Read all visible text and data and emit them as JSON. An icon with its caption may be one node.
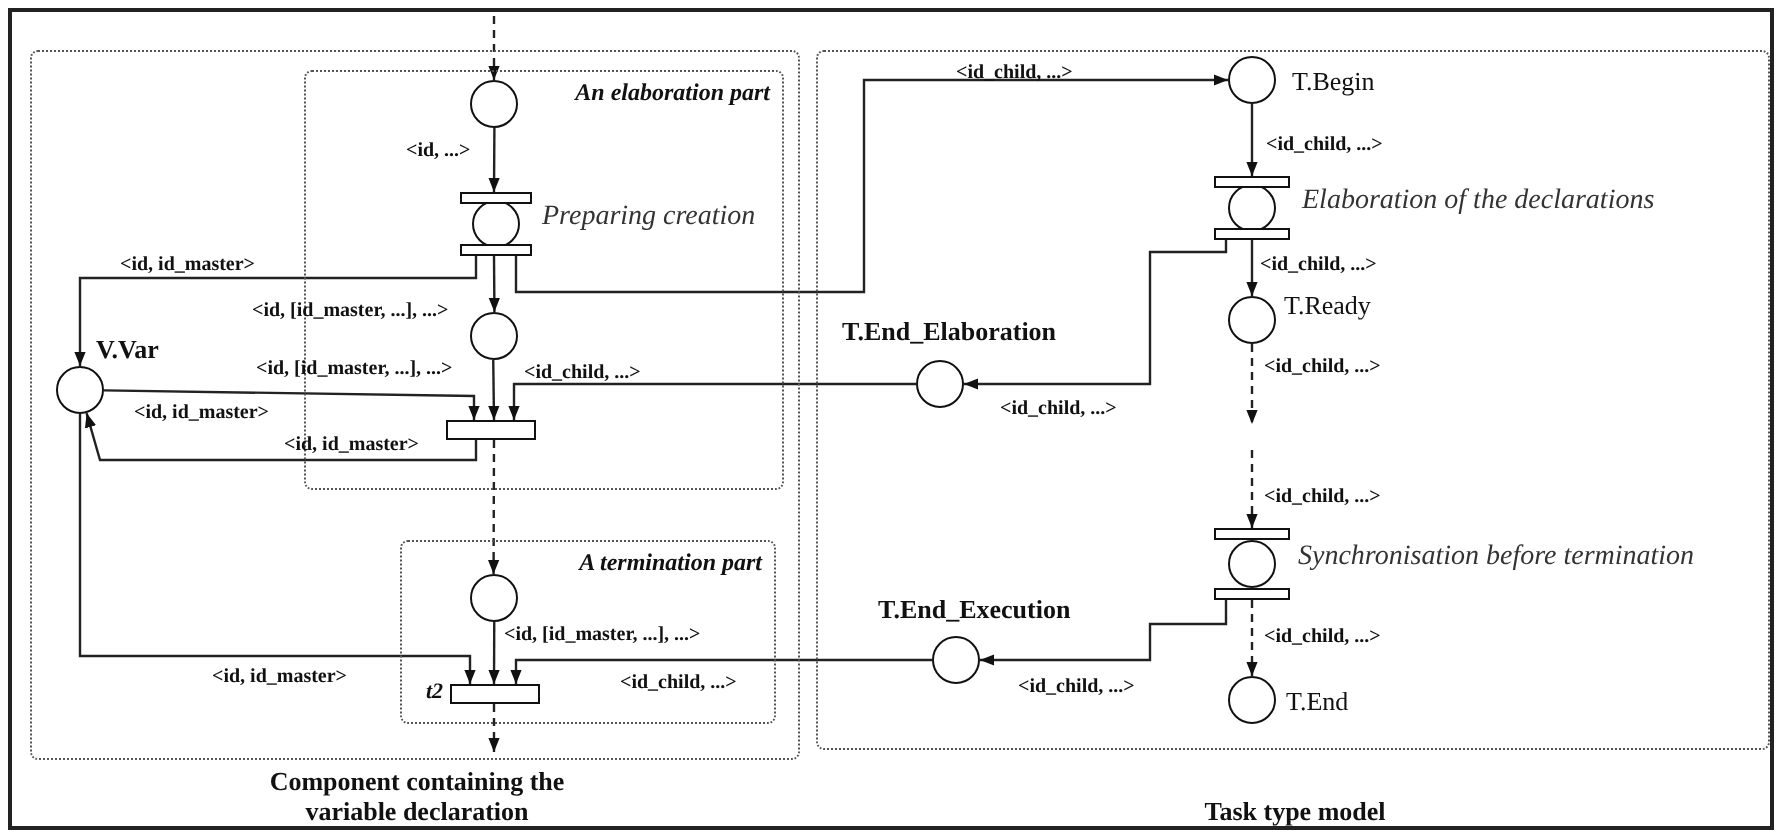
{
  "diagram": {
    "nodes": [
      {
        "text": [
          "Component containing the variable declaration"
        ]
      },
      {
        "text": [
          "An elaboration part"
        ],
        "in": 0
      },
      {
        "text": [],
        "shape": "circle",
        "in": 1
      },
      {
        "text": [
          "Preparing creation"
        ],
        "in": 1
      },
      {
        "text": [],
        "shape": "circle",
        "in": 1
      },
      {
        "text": [],
        "shape": "bar",
        "in": 1
      },
      {
        "text": [
          "V.Var"
        ],
        "in": 0
      },
      {
        "text": [
          "A termination part"
        ],
        "in": 0
      },
      {
        "text": [],
        "shape": "circle",
        "in": 7
      },
      {
        "text": [
          "t2"
        ],
        "in": 7
      },
      {
        "text": [
          "Task type model"
        ]
      },
      {
        "text": [
          "T.Begin"
        ],
        "in": 10
      },
      {
        "text": [
          "Elaboration of the declarations"
        ],
        "in": 10
      },
      {
        "text": [
          "T.Ready"
        ],
        "in": 10
      },
      {
        "text": [
          "Synchronisation before termination"
        ],
        "in": 10
      },
      {
        "text": [
          "T.End"
        ],
        "in": 10
      },
      {
        "text": [
          "T.End_Elaboration"
        ],
        "in": 10
      },
      {
        "text": [
          "T.End_Execution"
        ],
        "in": 10
      }
    ],
    "edges": [
      {
        "from": null,
        "to": 2,
        "arrow": "to",
        "style": "dashed"
      },
      {
        "from": 2,
        "to": 3,
        "arrow": "to",
        "label": "<id, ...>"
      },
      {
        "from": 3,
        "to": 6,
        "arrow": "to",
        "label": "<id, id_master>"
      },
      {
        "from": 3,
        "to": 4,
        "arrow": "to",
        "label": "<id, [id_master, ...], ...>"
      },
      {
        "from": 4,
        "to": 5,
        "arrow": "to",
        "label": "<id, [id_master, ...], ...>"
      },
      {
        "from": 6,
        "to": 5,
        "arrow": "to",
        "label": "<id, id_master>"
      },
      {
        "from": 16,
        "to": 5,
        "arrow": "to",
        "label": "<id_child, ...>"
      },
      {
        "from": 5,
        "to": 6,
        "arrow": "to",
        "label": "<id, id_master>"
      },
      {
        "from": 5,
        "to": 8,
        "arrow": "to",
        "style": "dashed"
      },
      {
        "from": 6,
        "to": 9,
        "arrow": "to",
        "label": "<id, id_master>"
      },
      {
        "from": 8,
        "to": 9,
        "arrow": "to",
        "label": "<id, [id_master, ...], ...>"
      },
      {
        "from": 17,
        "to": 9,
        "arrow": "to",
        "label": "<id_child, ...>"
      },
      {
        "from": 9,
        "to": null,
        "arrow": "to",
        "style": "dashed"
      },
      {
        "from": 3,
        "to": 11,
        "arrow": "to",
        "label": "<id_child, ...>"
      },
      {
        "from": 11,
        "to": 12,
        "arrow": "to",
        "label": "<id_child, ...>"
      },
      {
        "from": 12,
        "to": 16,
        "arrow": "to",
        "label": "<id_child, ...>"
      },
      {
        "from": 12,
        "to": 13,
        "arrow": "to",
        "label": "<id_child, ...>"
      },
      {
        "from": 13,
        "to": null,
        "arrow": "to",
        "style": "dashed",
        "label": "<id_child, ...>"
      },
      {
        "from": null,
        "to": 14,
        "arrow": "to",
        "style": "dashed",
        "label": "<id_child, ...>"
      },
      {
        "from": 14,
        "to": 15,
        "arrow": "to",
        "style": "dashed",
        "label": "<id_child, ...>"
      },
      {
        "from": 14,
        "to": 17,
        "arrow": "to",
        "label": "<id_child, ...>"
      }
    ]
  }
}
